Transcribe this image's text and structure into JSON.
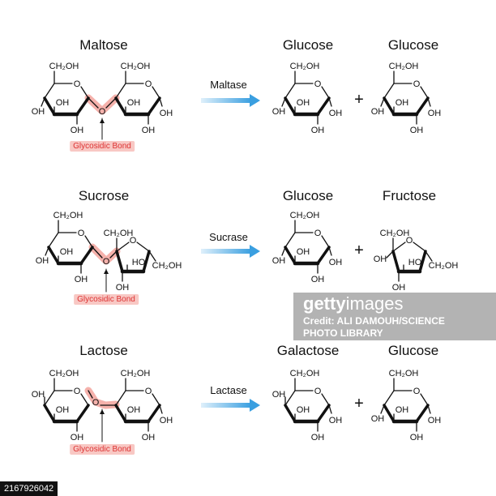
{
  "rows": [
    {
      "substrate": "Maltose",
      "enzyme": "Maltase",
      "product1": "Glucose",
      "product2": "Glucose",
      "bond_label": "Glycosidic Bond"
    },
    {
      "substrate": "Sucrose",
      "enzyme": "Sucrase",
      "product1": "Glucose",
      "product2": "Fructose",
      "bond_label": "Glycosidic Bond"
    },
    {
      "substrate": "Lactose",
      "enzyme": "Lactase",
      "product1": "Galactose",
      "product2": "Glucose",
      "bond_label": "Glycosidic Bond"
    }
  ],
  "plus": "+",
  "atoms": {
    "ch2oh": "CH₂OH",
    "oh": "OH",
    "ho": "HO",
    "o": "O"
  },
  "colors": {
    "arrow": "#3a9fe0",
    "bond_highlight": "#f3a39c",
    "bond_text": "#d33333"
  },
  "watermark": {
    "brand_bold": "getty",
    "brand_light": "images",
    "credit_line1": "Credit: ALI DAMOUH/SCIENCE",
    "credit_line2": "PHOTO LIBRARY"
  },
  "image_id": "2167926042"
}
